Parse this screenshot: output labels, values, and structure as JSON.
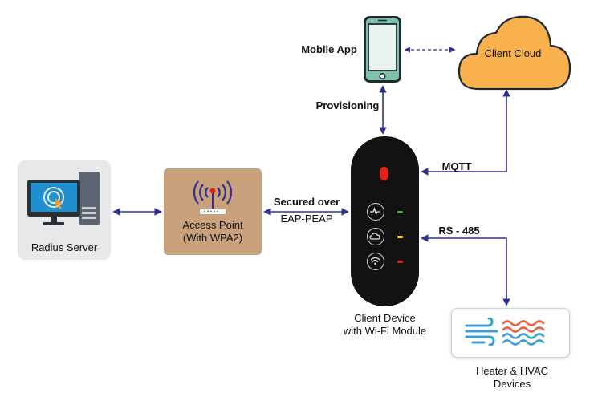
{
  "nodes": {
    "mobile_app": "Mobile App",
    "client_cloud": "Client Cloud",
    "radius_server": "Radius Server",
    "access_point_line1": "Access Point",
    "access_point_line2": "(With WPA2)",
    "client_device_line1": "Client Device",
    "client_device_line2": "with Wi-Fi Module",
    "hvac_line1": "Heater & HVAC",
    "hvac_line2": "Devices"
  },
  "edges": {
    "provisioning": "Provisioning",
    "mqtt": "MQTT",
    "secured_line1": "Secured over",
    "secured_line2": "EAP-PEAP",
    "rs485": "RS - 485"
  },
  "colors": {
    "arrow": "#2e3192",
    "cloud": "#f9b14e",
    "phone": "#7fc1a6",
    "access_point": "#c9a27d",
    "device": "#121212",
    "led_red": "#e0201b",
    "led_green": "#3dbb3d",
    "led_yellow": "#f2d31b"
  },
  "icons": [
    "computer-icon",
    "router-icon",
    "phone-icon",
    "cloud-icon",
    "activity-icon",
    "cloud-small-icon",
    "wifi-icon",
    "wind-icon",
    "heat-waves-icon"
  ]
}
